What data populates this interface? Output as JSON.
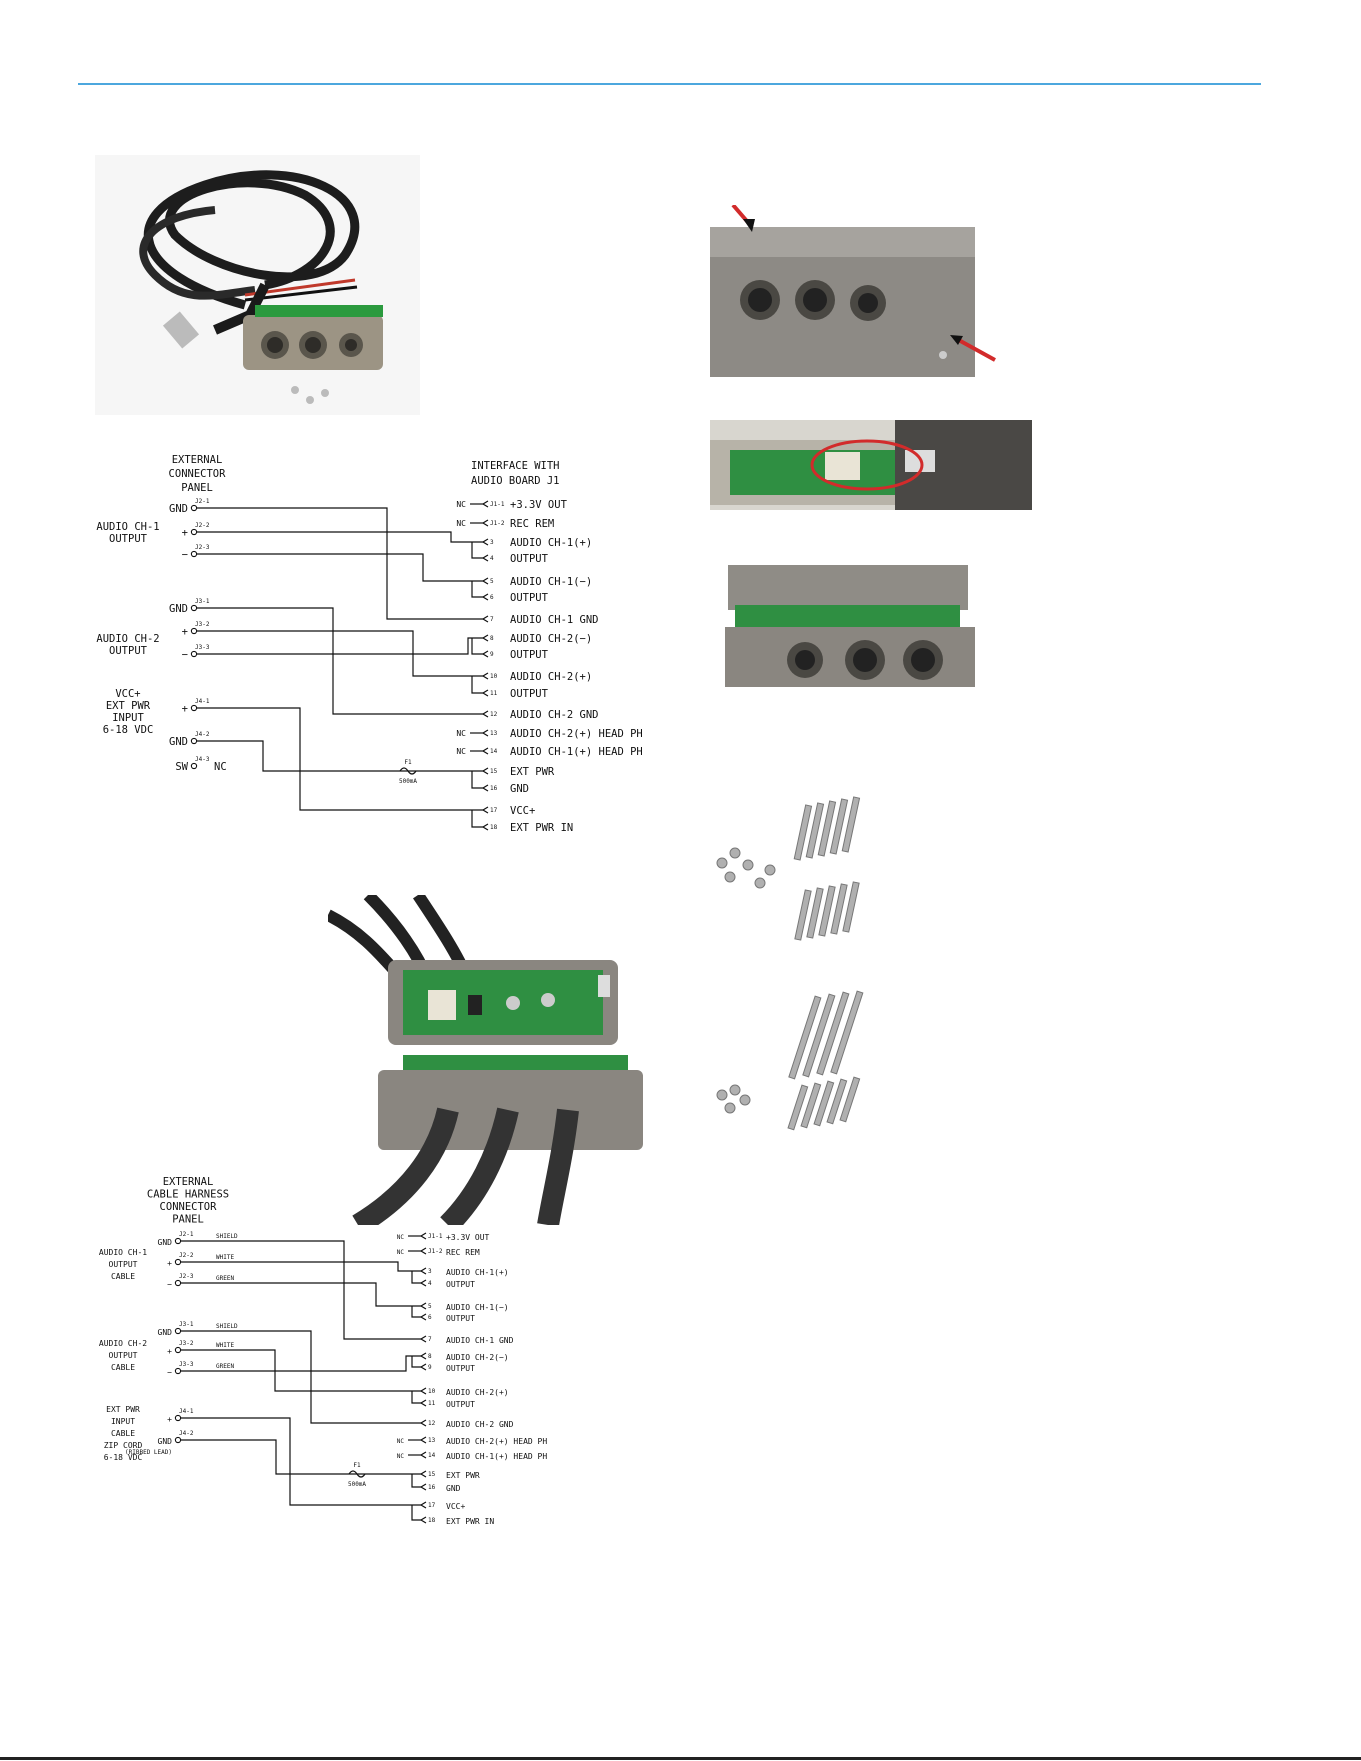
{
  "page": {
    "rule_color": "#4ca7de",
    "accent_red": "#d22b2b"
  },
  "schematic1": {
    "panel_title": [
      "EXTERNAL",
      "CONNECTOR",
      "PANEL"
    ],
    "board_title": [
      "INTERFACE WITH",
      "AUDIO BOARD J1"
    ],
    "left_groups": [
      {
        "label": [
          "AUDIO CH-1",
          "OUTPUT"
        ]
      },
      {
        "label": [
          "AUDIO CH-2",
          "OUTPUT"
        ]
      },
      {
        "label": [
          "VCC+",
          "EXT PWR",
          "INPUT",
          "6-18 VDC"
        ]
      }
    ],
    "left_pins": [
      {
        "id": "J2-1",
        "label": "GND"
      },
      {
        "id": "J2-2",
        "label": "+"
      },
      {
        "id": "J2-3",
        "label": "−"
      },
      {
        "id": "J3-1",
        "label": "GND"
      },
      {
        "id": "J3-2",
        "label": "+"
      },
      {
        "id": "J3-3",
        "label": "−"
      },
      {
        "id": "J4-1",
        "label": "+"
      },
      {
        "id": "J4-2",
        "label": "GND"
      },
      {
        "id": "J4-3",
        "label": "SW",
        "nc": "NC"
      }
    ],
    "fuse": {
      "name": "F1",
      "rating": "500mA"
    },
    "right_pins": [
      {
        "num": "J1-1",
        "nc": "NC",
        "label": [
          "+3.3V OUT"
        ]
      },
      {
        "num": "J1-2",
        "nc": "NC",
        "label": [
          "REC REM"
        ]
      },
      {
        "num": "3",
        "nc": "",
        "label": [
          "AUDIO CH-1(+)"
        ]
      },
      {
        "num": "4",
        "nc": "",
        "label": [
          "OUTPUT"
        ]
      },
      {
        "num": "5",
        "nc": "",
        "label": [
          "AUDIO CH-1(−)"
        ]
      },
      {
        "num": "6",
        "nc": "",
        "label": [
          "OUTPUT"
        ]
      },
      {
        "num": "7",
        "nc": "",
        "label": [
          "AUDIO CH-1 GND"
        ]
      },
      {
        "num": "8",
        "nc": "",
        "label": [
          "AUDIO CH-2(−)"
        ]
      },
      {
        "num": "9",
        "nc": "",
        "label": [
          "OUTPUT"
        ]
      },
      {
        "num": "10",
        "nc": "",
        "label": [
          "AUDIO CH-2(+)"
        ]
      },
      {
        "num": "11",
        "nc": "",
        "label": [
          "OUTPUT"
        ]
      },
      {
        "num": "12",
        "nc": "",
        "label": [
          "AUDIO CH-2 GND"
        ]
      },
      {
        "num": "13",
        "nc": "NC",
        "label": [
          "AUDIO CH-2(+) HEAD PH"
        ]
      },
      {
        "num": "14",
        "nc": "NC",
        "label": [
          "AUDIO CH-1(+) HEAD PH"
        ]
      },
      {
        "num": "15",
        "nc": "",
        "label": [
          "EXT PWR"
        ]
      },
      {
        "num": "16",
        "nc": "",
        "label": [
          "GND"
        ]
      },
      {
        "num": "17",
        "nc": "",
        "label": [
          "VCC+"
        ]
      },
      {
        "num": "18",
        "nc": "",
        "label": [
          "EXT PWR IN"
        ]
      }
    ]
  },
  "schematic2": {
    "panel_title": [
      "EXTERNAL",
      "CABLE HARNESS",
      "CONNECTOR",
      "PANEL"
    ],
    "left_groups": [
      {
        "label": [
          "AUDIO CH-1",
          "OUTPUT",
          "CABLE"
        ]
      },
      {
        "label": [
          "AUDIO CH-2",
          "OUTPUT",
          "CABLE"
        ]
      },
      {
        "label": [
          "EXT PWR",
          "INPUT",
          "CABLE",
          "ZIP CORD",
          "6-18 VDC"
        ]
      }
    ],
    "left_pins": [
      {
        "id": "J2-1",
        "label": "GND",
        "wire": "SHIELD"
      },
      {
        "id": "J2-2",
        "label": "+",
        "wire": "WHITE"
      },
      {
        "id": "J2-3",
        "label": "−",
        "wire": "GREEN"
      },
      {
        "id": "J3-1",
        "label": "GND",
        "wire": "SHIELD"
      },
      {
        "id": "J3-2",
        "label": "+",
        "wire": "WHITE"
      },
      {
        "id": "J3-3",
        "label": "−",
        "wire": "GREEN"
      },
      {
        "id": "J4-1",
        "label": "+",
        "wire": ""
      },
      {
        "id": "J4-2",
        "label": "GND",
        "wire": "",
        "note": "(RIBBED LEAD)"
      }
    ],
    "fuse": {
      "name": "F1",
      "rating": "500mA"
    },
    "right_pins": [
      {
        "num": "J1-1",
        "nc": "NC",
        "label": [
          "+3.3V OUT"
        ]
      },
      {
        "num": "J1-2",
        "nc": "NC",
        "label": [
          "REC REM"
        ]
      },
      {
        "num": "3",
        "nc": "",
        "label": [
          "AUDIO CH-1(+)"
        ]
      },
      {
        "num": "4",
        "nc": "",
        "label": [
          "OUTPUT"
        ]
      },
      {
        "num": "5",
        "nc": "",
        "label": [
          "AUDIO CH-1(−)"
        ]
      },
      {
        "num": "6",
        "nc": "",
        "label": [
          "OUTPUT"
        ]
      },
      {
        "num": "7",
        "nc": "",
        "label": [
          "AUDIO CH-1 GND"
        ]
      },
      {
        "num": "8",
        "nc": "",
        "label": [
          "AUDIO CH-2(−)"
        ]
      },
      {
        "num": "9",
        "nc": "",
        "label": [
          "OUTPUT"
        ]
      },
      {
        "num": "10",
        "nc": "",
        "label": [
          "AUDIO CH-2(+)"
        ]
      },
      {
        "num": "11",
        "nc": "",
        "label": [
          "OUTPUT"
        ]
      },
      {
        "num": "12",
        "nc": "",
        "label": [
          "AUDIO CH-2 GND"
        ]
      },
      {
        "num": "13",
        "nc": "NC",
        "label": [
          "AUDIO CH-2(+) HEAD PH"
        ]
      },
      {
        "num": "14",
        "nc": "NC",
        "label": [
          "AUDIO CH-1(+) HEAD PH"
        ]
      },
      {
        "num": "15",
        "nc": "",
        "label": [
          "EXT PWR"
        ]
      },
      {
        "num": "16",
        "nc": "",
        "label": [
          "GND"
        ]
      },
      {
        "num": "17",
        "nc": "",
        "label": [
          "VCC+"
        ]
      },
      {
        "num": "18",
        "nc": "",
        "label": [
          "EXT PWR IN"
        ]
      }
    ]
  }
}
